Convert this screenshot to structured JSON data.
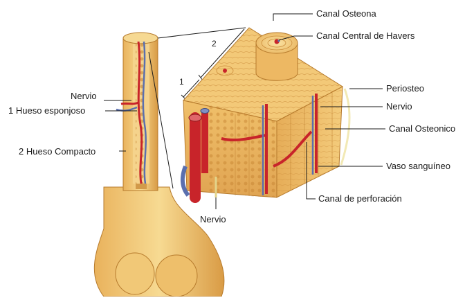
{
  "diagram": {
    "labels": {
      "canal_osteona": "Canal Osteona",
      "canal_central_havers": "Canal Central de Havers",
      "periosteo": "Periosteo",
      "nervio_right": "Nervio",
      "canal_osteonico": "Canal Osteonico",
      "vaso_sanguineo": "Vaso sanguíneo",
      "canal_perforacion": "Canal de perforación",
      "nervio_bottom": "Nervio",
      "nervio_left": "Nervio",
      "hueso_esponjoso": "1 Hueso esponjoso",
      "hueso_compacto": "2 Hueso Compacto"
    },
    "markers": {
      "one": "1",
      "two": "2"
    },
    "colors": {
      "bone_light": "#f3cf7e",
      "bone_mid": "#e2a94a",
      "bone_dark": "#c08030",
      "artery": "#c8242a",
      "vein": "#5a6fae",
      "line": "#1a1a1a"
    }
  }
}
